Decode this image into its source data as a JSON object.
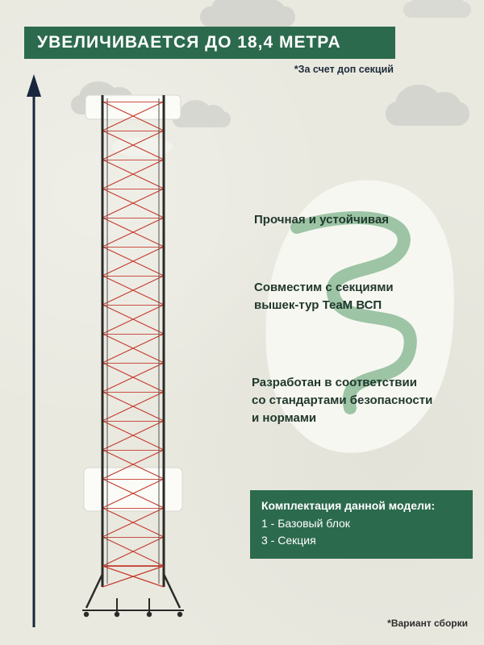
{
  "banner": {
    "title": "УВЕЛИЧИВАЕТСЯ ДО 18,4 МЕТРА",
    "note": "*За счет доп секций"
  },
  "features": [
    {
      "text": "Прочная и устойчивая"
    },
    {
      "text": "Совместим с секциями\nвышек-тур ТеаМ ВСП"
    },
    {
      "text": "Разработан в соответствии\nсо стандартами безопасности\nи нормами"
    }
  ],
  "kit": {
    "title": "Комплектация данной модели:",
    "items": [
      "1 - Базовый блок",
      "3 - Секция"
    ]
  },
  "footnote": "*Вариант сборки",
  "colors": {
    "brand_green": "#2c6a4e",
    "lattice_red": "#c6392b",
    "arrow_navy": "#18273e",
    "background": "#e9e9e0",
    "accent_light_green": "#8cbb98"
  },
  "icons": [
    {
      "name": "cloud-icon",
      "glyph": "css-shape"
    },
    {
      "name": "up-arrow-icon",
      "glyph": "svg-line-arrow"
    }
  ]
}
